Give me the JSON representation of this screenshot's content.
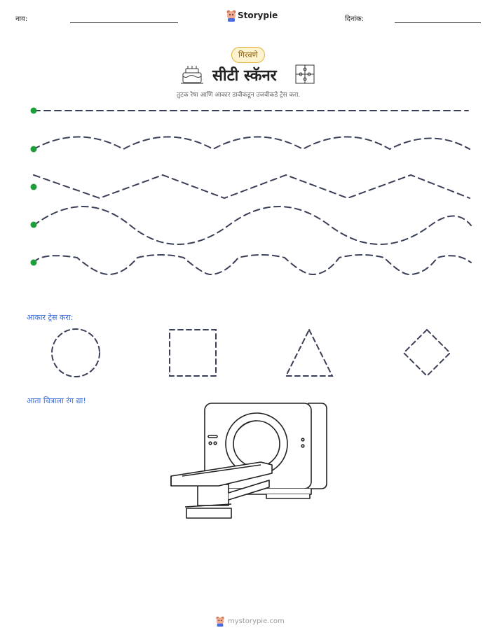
{
  "header": {
    "name_label": "नाव:",
    "brand": "Storypie",
    "date_label": "दिनांक:"
  },
  "badge": "गिरवणे",
  "title": "सीटी स्कॅनर",
  "subtitle": "तुटक रेषा आणि आकार डावीकडून उजवीकडे ट्रेस करा.",
  "sections": {
    "shapes": "आकार ट्रेस करा:",
    "color": "आता चित्राला रंग द्या!"
  },
  "footer": {
    "site": "mystorypie.com"
  },
  "colors": {
    "dot": "#1e9e3a",
    "dash": "#3a3f57",
    "accent": "#3b6fd6",
    "badge_border": "#e0b23a"
  },
  "icons": [
    "storypie-logo-icon",
    "birthday-cake-icon",
    "puzzle-icon",
    "ct-scanner-illustration"
  ]
}
